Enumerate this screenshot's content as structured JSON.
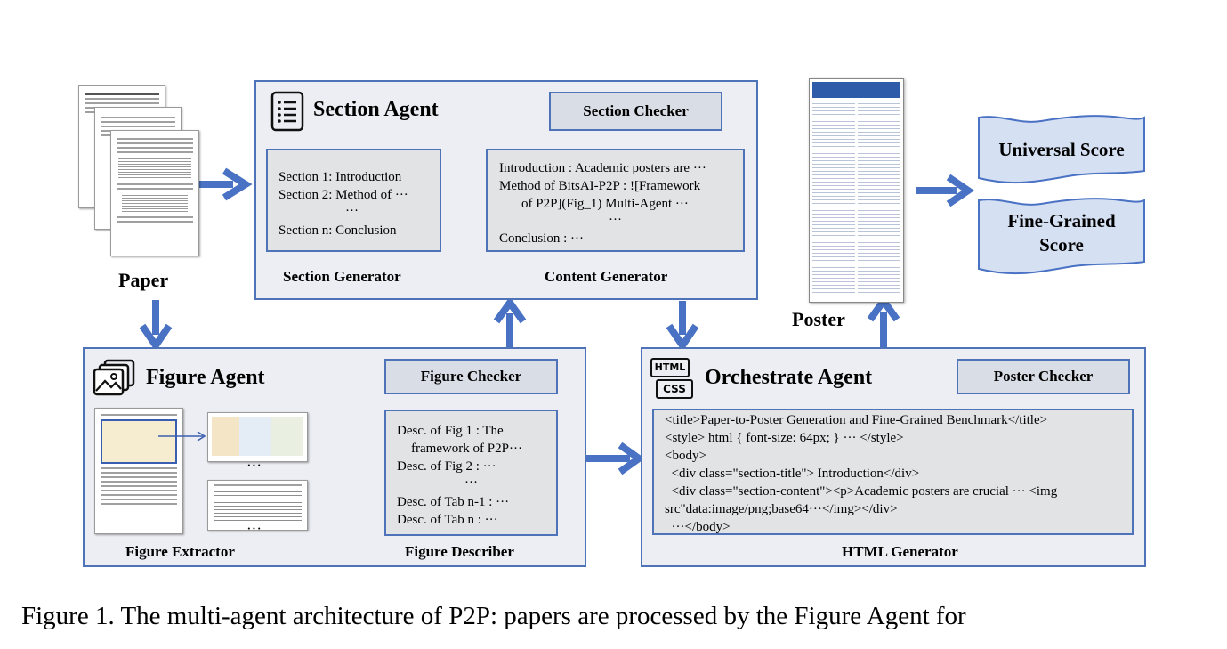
{
  "paper_label": "Paper",
  "poster_label": "Poster",
  "section_agent": {
    "title": "Section Agent",
    "checker": "Section Checker",
    "generator_lines": [
      "Section 1:  Introduction",
      "Section 2:  Method of ···",
      "···",
      "Section n:  Conclusion"
    ],
    "generator_label": "Section Generator",
    "content_lines": [
      "Introduction : Academic posters are ···",
      "Method of BitsAI-P2P : ![Framework",
      "of P2P](Fig_1) Multi-Agent ···",
      "···",
      "Conclusion : ···"
    ],
    "content_label": "Content Generator"
  },
  "figure_agent": {
    "title": "Figure Agent",
    "checker": "Figure  Checker",
    "extractor_label": "Figure  Extractor",
    "describer_lines": [
      "Desc. of Fig 1 : The",
      "framework of  P2P···",
      "Desc. of Fig 2 : ···",
      "···",
      "Desc. of Tab n-1 : ···",
      "Desc. of Tab n : ···"
    ],
    "describer_label": "Figure  Describer",
    "ellipsis_1": "···",
    "ellipsis_2": "···"
  },
  "orchestrate_agent": {
    "title": "Orchestrate Agent",
    "checker": "Poster Checker",
    "icon_html": "HTML",
    "icon_css": "CSS",
    "code_lines": [
      "<title>Paper-to-Poster Generation and Fine-Grained Benchmark</title>",
      "<style> html { font-size: 64px; } ···  </style>",
      "<body>",
      "  <div class=\"section-title\"> Introduction</div>",
      "  <div class=\"section-content\"><p>Academic posters are crucial ··· <img",
      "src\"data:image/png;base64···</img></div>",
      "  ···</body>"
    ],
    "generator_label": "HTML Generator"
  },
  "scores": {
    "universal": "Universal Score",
    "fine_grained_1": "Fine-Grained",
    "fine_grained_2": "Score"
  },
  "caption": "Figure 1. The multi-agent architecture of P2P: papers are processed by the Figure Agent for",
  "colors": {
    "panel_border": "#4f73b8",
    "arrow_blue": "#4a72c4",
    "arrow_dark": "#3b4a66",
    "arrow_gray": "#8a8a8a",
    "score_fill": "#d6e0f3"
  }
}
